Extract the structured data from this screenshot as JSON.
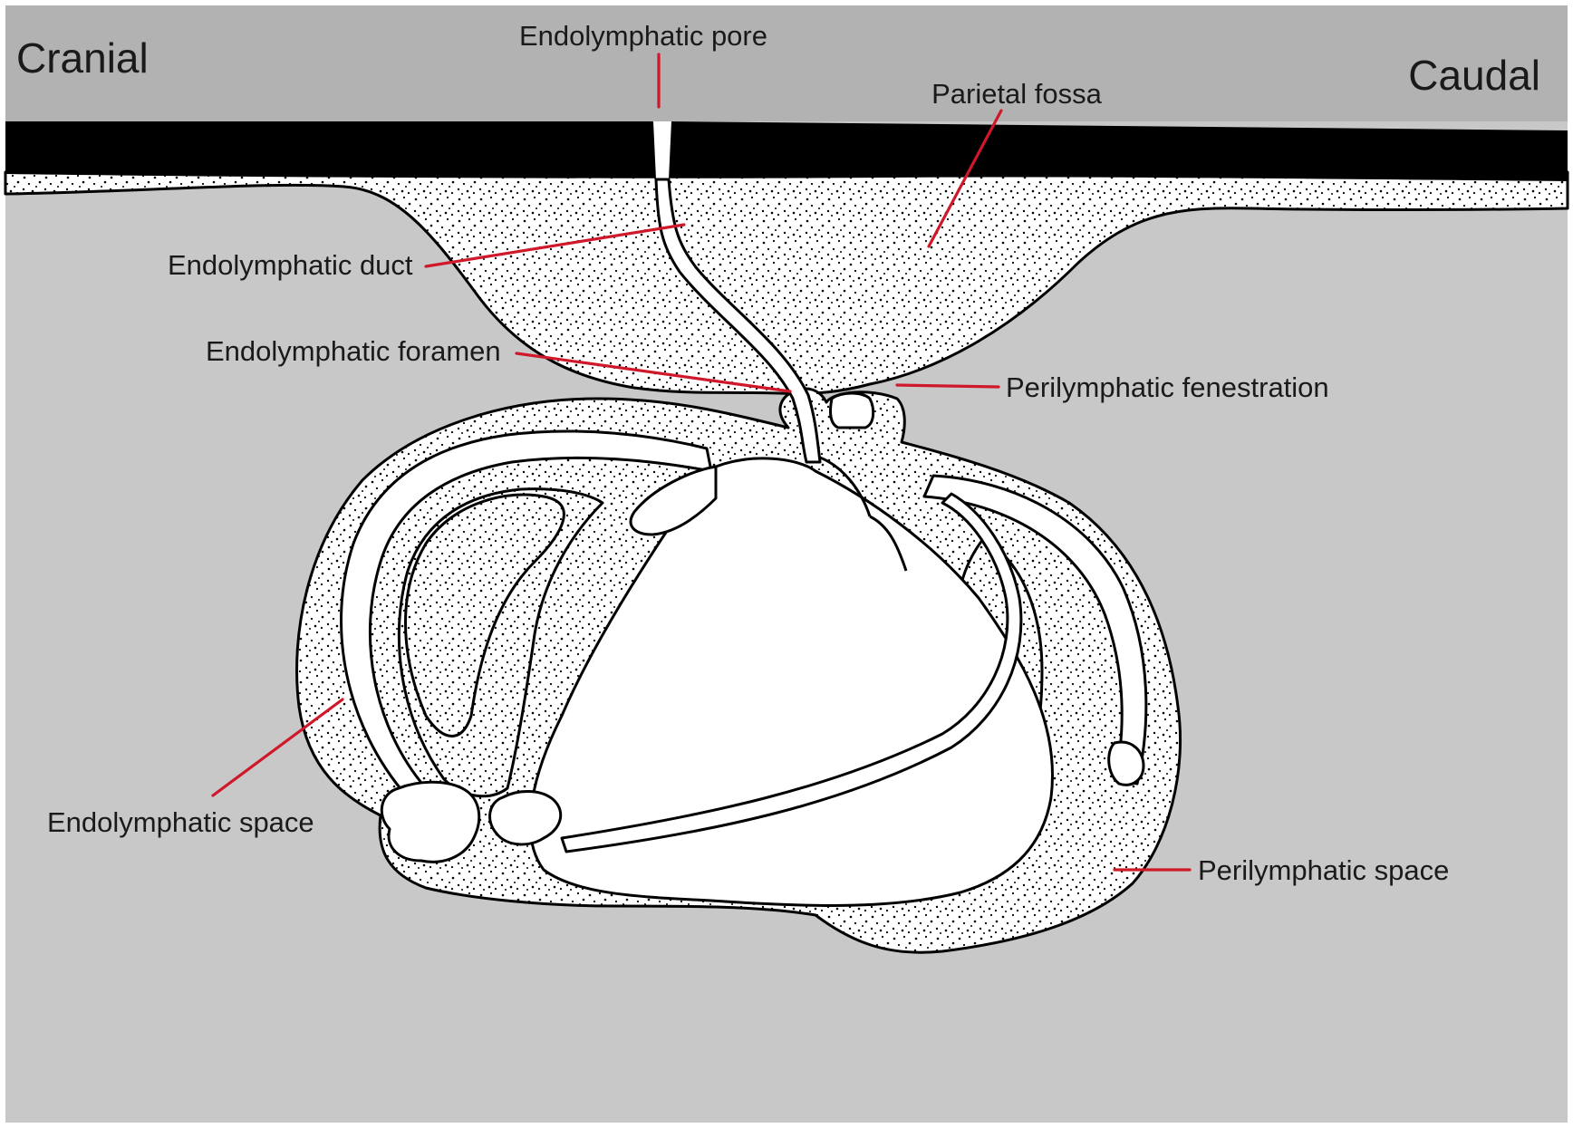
{
  "orientation": {
    "left": "Cranial",
    "right": "Caudal"
  },
  "labels": {
    "endolymphatic_pore": "Endolymphatic pore",
    "parietal_fossa": "Parietal fossa",
    "endolymphatic_duct": "Endolymphatic duct",
    "endolymphatic_foramen": "Endolymphatic foramen",
    "perilymphatic_fenestration": "Perilymphatic fenestration",
    "endolymphatic_space": "Endolymphatic space",
    "perilymphatic_space": "Perilymphatic space"
  },
  "colors": {
    "background_tissue": "#c8c8c8",
    "top_band": "#b2b2b2",
    "skull_layer": "#000000",
    "perilymph_fill": "#ffffff",
    "endolymph_fill": "#ffffff",
    "leader_line": "#d0182b"
  }
}
